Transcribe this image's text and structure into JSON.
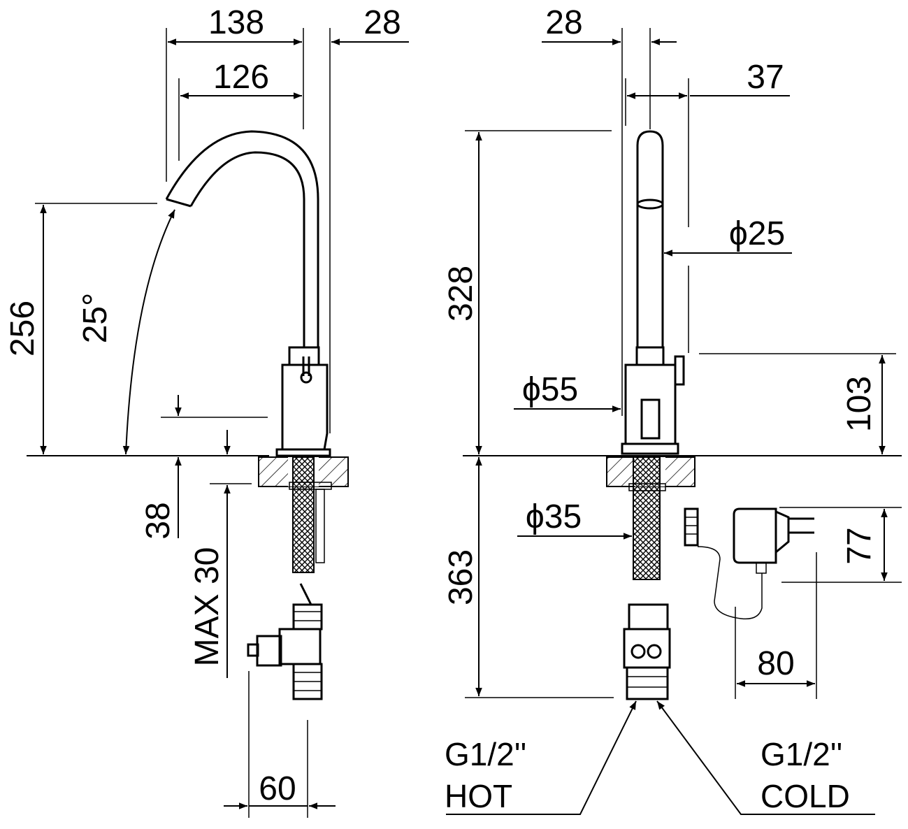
{
  "side_view": {
    "dim_total_reach": "138",
    "dim_spout_reach": "126",
    "dim_body_depth": "28",
    "dim_height": "256",
    "dim_angle": "25°",
    "dim_below_deck": "38",
    "dim_max_thickness": "MAX 30",
    "dim_valve_width": "60"
  },
  "front_view": {
    "dim_spout_width": "28",
    "dim_offset": "37",
    "dim_spout_diameter": "ϕ25",
    "dim_total_height": "328",
    "dim_base_diameter": "ϕ55",
    "dim_body_height": "103",
    "dim_hose_diameter": "ϕ35",
    "dim_under_length": "363",
    "dim_adapter_height": "77",
    "dim_adapter_width": "80"
  },
  "connections": {
    "hot_thread": "G1/2''",
    "hot_label": "HOT",
    "cold_thread": "G1/2''",
    "cold_label": "COLD"
  }
}
